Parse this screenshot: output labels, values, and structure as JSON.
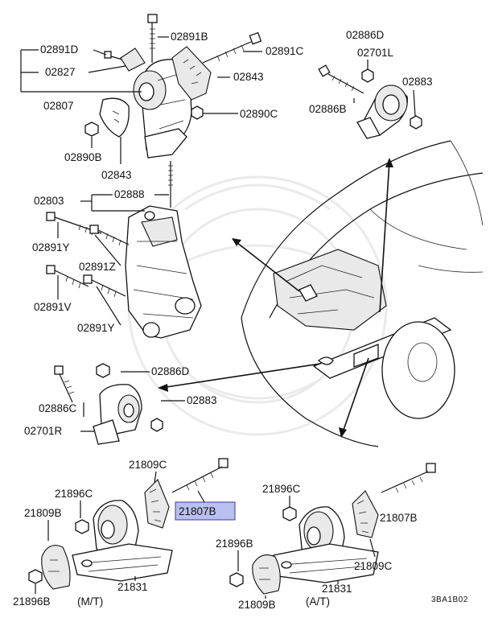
{
  "labels": {
    "p02891D": "02891D",
    "p02891B": "02891B",
    "p02891C": "02891C",
    "p02827": "02827",
    "p02843a": "02843",
    "p02807": "02807",
    "p02890C": "02890C",
    "p02890B": "02890B",
    "p02843b": "02843",
    "p02886D_top": "02886D",
    "p02701L": "02701L",
    "p02883_top": "02883",
    "p02886B": "02886B",
    "p02803": "02803",
    "p02888": "02888",
    "p02891Y_a": "02891Y",
    "p02891Z": "02891Z",
    "p02891V": "02891V",
    "p02891Y_b": "02891Y",
    "p02886D_mid": "02886D",
    "p02886C": "02886C",
    "p02883_mid": "02883",
    "p02701R": "02701R",
    "p21809C_mt": "21809C",
    "p21896C_mt": "21896C",
    "p21809B_mt": "21809B",
    "p21807B_mt": "21807B",
    "p21831_mt": "21831",
    "p21896B_mt": "21896B",
    "variant_mt": "(M/T)",
    "p21896C_at": "21896C",
    "p21807B_at": "21807B",
    "p21896B_at": "21896B",
    "p21809C_at": "21809C",
    "p21831_at": "21831",
    "p21809B_at": "21809B",
    "variant_at": "(A/T)",
    "diagram_code": "3BA1B02"
  },
  "colors": {
    "highlight_fill": "#b9bfee",
    "highlight_stroke": "#3a3f9a",
    "line": "#111111",
    "watermark": "#dddddd"
  }
}
